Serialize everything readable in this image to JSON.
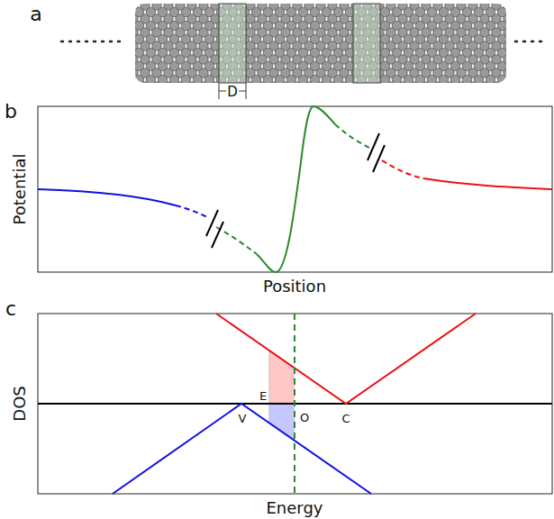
{
  "diagram": {
    "labels": [
      "a",
      "D",
      "b",
      "Potential",
      "Position",
      "c",
      "DOS",
      "E",
      "V",
      "O",
      "C",
      "Energy"
    ]
  }
}
